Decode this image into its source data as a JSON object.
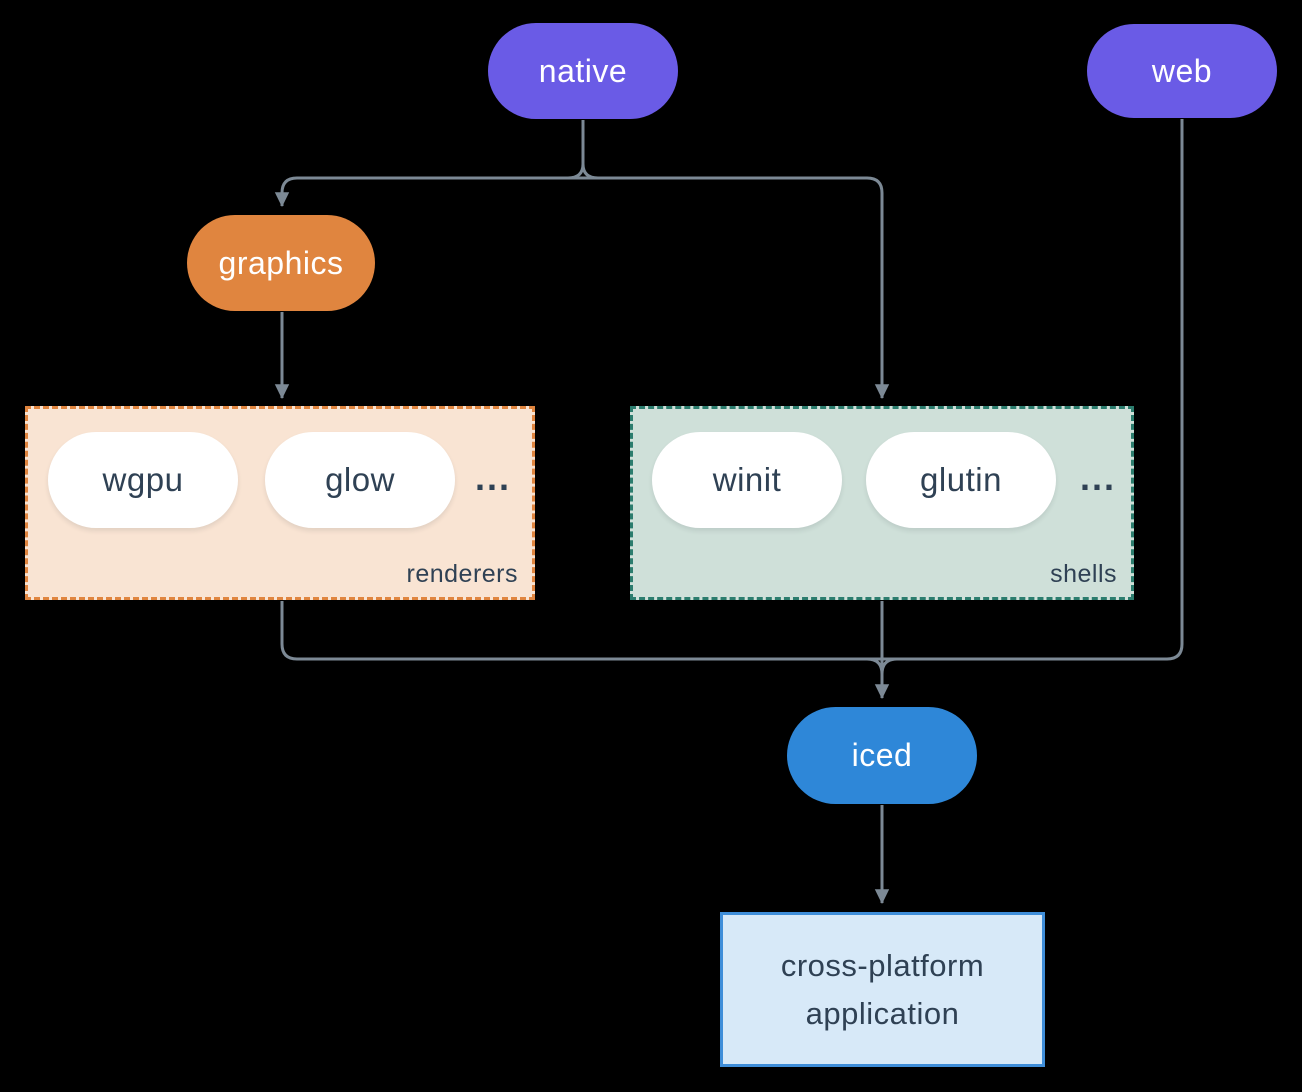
{
  "diagram": {
    "nodes": {
      "native": "native",
      "web": "web",
      "graphics": "graphics",
      "iced": "iced",
      "application": "cross-platform application"
    },
    "groups": {
      "renderers": {
        "label": "renderers",
        "items": [
          "wgpu",
          "glow"
        ],
        "ellipsis": "..."
      },
      "shells": {
        "label": "shells",
        "items": [
          "winit",
          "glutin"
        ],
        "ellipsis": "..."
      }
    },
    "colors": {
      "background": "#000000",
      "platform_pill": "#6a5be6",
      "graphics_pill": "#e0853f",
      "iced_pill": "#2e87d8",
      "inner_pill": "#ffffff",
      "renderers_fill": "#f9e4d3",
      "renderers_border": "#e0853f",
      "shells_fill": "#cfe0d9",
      "shells_border": "#2c7d6e",
      "app_fill": "#d7e9f8",
      "app_border": "#3f8ed9",
      "connector": "#7c8995",
      "dark_text": "#2f4154"
    }
  }
}
